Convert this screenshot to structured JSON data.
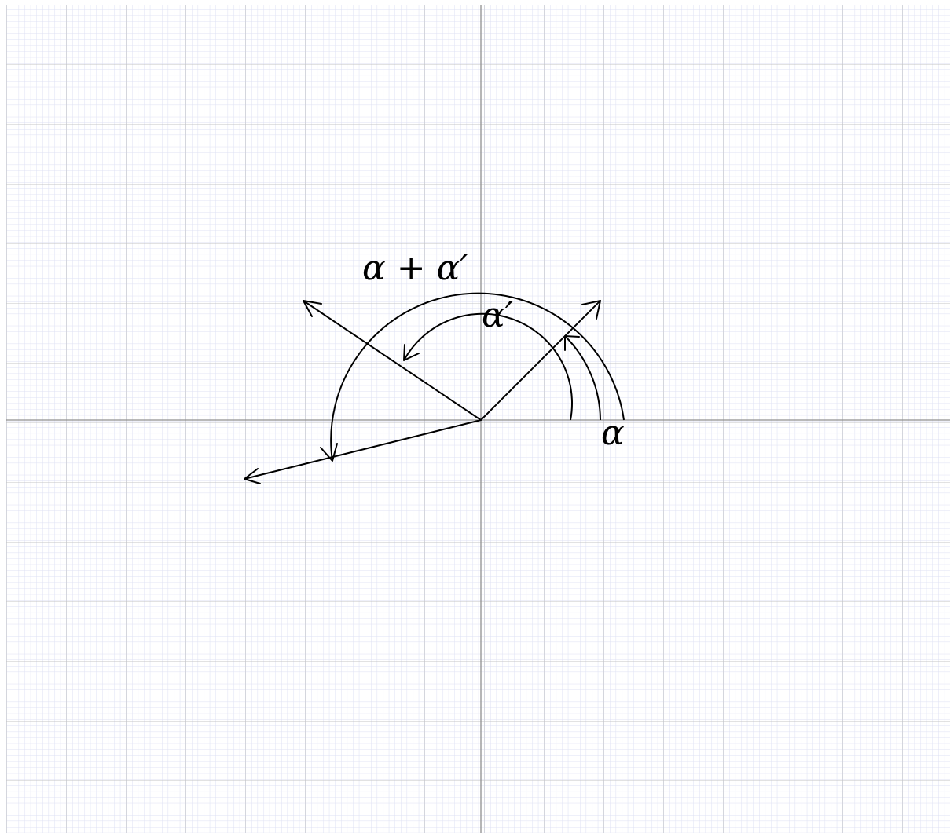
{
  "colors": {
    "background": "#ffffff",
    "minor_grid": "#dde0f3",
    "major_grid": "#c4c4c4",
    "axis": "#8f8f8f",
    "ink": "#000000"
  },
  "labels": {
    "alpha": "α",
    "alpha_prime": "α′",
    "alpha_plus_alpha_prime": "α + α′"
  }
}
